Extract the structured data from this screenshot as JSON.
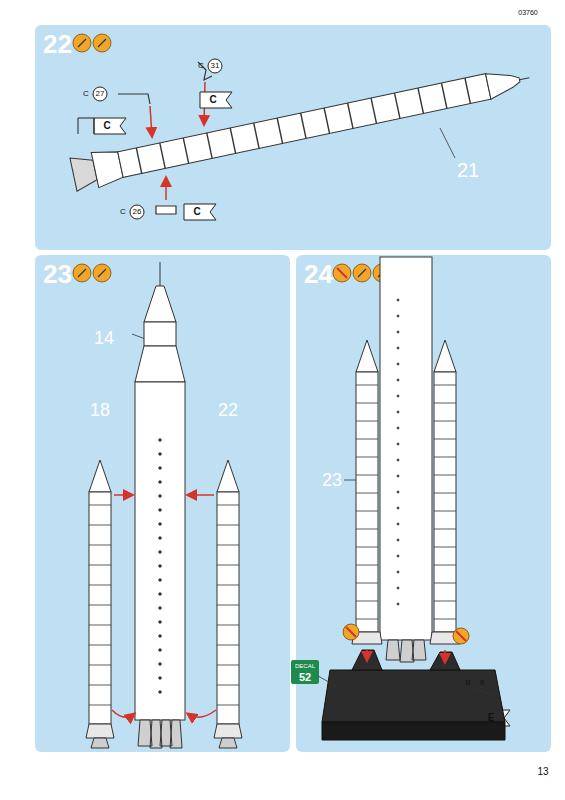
{
  "diagram": {
    "nodes": [
      {
        "text": [
          "22"
        ]
      },
      {
        "text": [
          "23"
        ]
      },
      {
        "text": [
          "24"
        ]
      }
    ],
    "labels": [
      "03760",
      "C",
      "31",
      "C",
      "C",
      "27",
      "C",
      "C",
      "26",
      "C",
      "21",
      "14",
      "18",
      "22",
      "23",
      "DECAL",
      "52",
      "B",
      "9",
      "E",
      "13"
    ]
  }
}
